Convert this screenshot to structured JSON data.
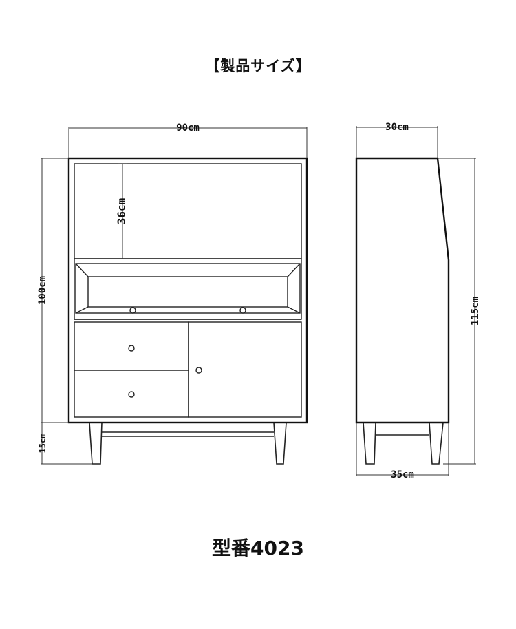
{
  "header": {
    "title": "【製品サイズ】"
  },
  "footer": {
    "model": "型番4023"
  },
  "dimensions": {
    "width": "90cm",
    "shelf_height": "36cm",
    "body_height": "100cm",
    "leg_height": "15cm",
    "top_depth": "30cm",
    "total_height": "115cm",
    "bottom_depth": "35cm"
  }
}
